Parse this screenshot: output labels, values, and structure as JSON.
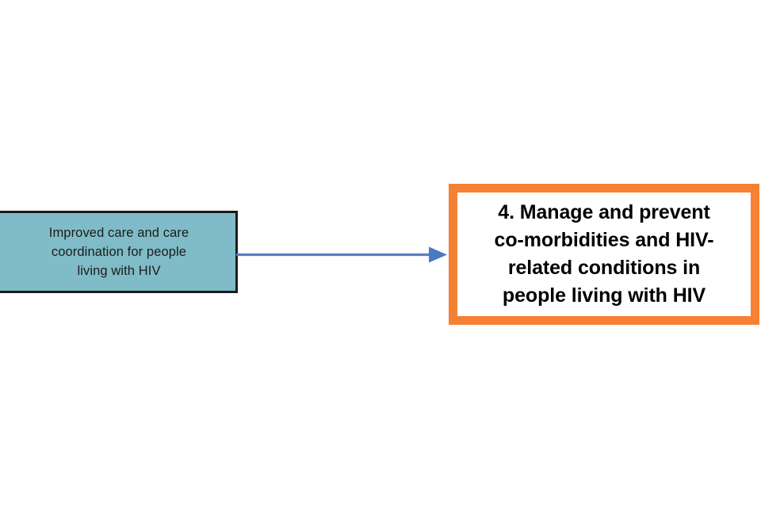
{
  "diagram": {
    "type": "flow-diagram",
    "background_color": "#FFFFFF",
    "nodes": [
      {
        "id": "outcome",
        "role": "outcome",
        "text": "Improved care and care\ncoordination for people\nliving with HIV",
        "lines": [
          "Improved care and care",
          "coordination for people",
          "living with HIV"
        ],
        "fill_color": "#7FBCC7",
        "border_color": "#1B1B1B",
        "text_color": "#1C1C1C",
        "font_weight": "normal"
      },
      {
        "id": "priority",
        "role": "priority",
        "number": "4.",
        "text": "4. Manage and prevent\nco-morbidities and HIV-\nrelated conditions in\npeople living with HIV",
        "lines": [
          "4. Manage and prevent",
          "co-morbidities and HIV-",
          "related conditions in",
          "people living with HIV"
        ],
        "fill_color": "#FFFFFF",
        "border_color": "#F58134",
        "text_color": "#000000",
        "font_weight": "bold"
      }
    ],
    "edges": [
      {
        "id": "outcome-to-priority",
        "from": "outcome",
        "to": "priority",
        "direction": "right",
        "style": "solid",
        "color": "#5B7FBF",
        "arrowhead": "filled-triangle"
      }
    ]
  }
}
